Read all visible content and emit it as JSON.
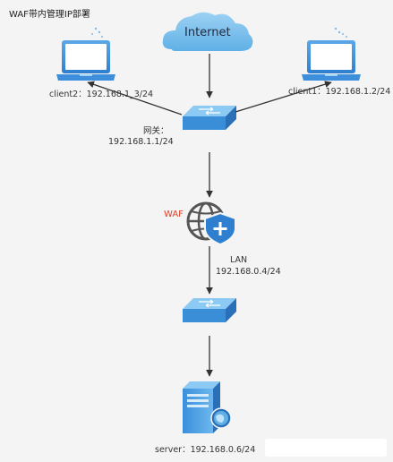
{
  "title": "WAF带内管理IP部署",
  "cloud": {
    "label": "Internet"
  },
  "client2": {
    "label": "client2：192.168.1_3/24"
  },
  "client1": {
    "label": "client1：192.168.1.2/24"
  },
  "gateway": {
    "label_line1": "网关：",
    "label_line2": "192.168.1.1/24"
  },
  "waf": {
    "label": "WAF"
  },
  "lan": {
    "label_line1": "LAN",
    "label_line2": "192.168.0.4/24"
  },
  "server": {
    "label": "server：192.168.0.6/24"
  },
  "colors": {
    "background": "#f4f4f4",
    "device_blue": "#3a8ed8",
    "device_light": "#7ec0f0",
    "waf_red": "#e0402a",
    "arrow": "#333333"
  }
}
